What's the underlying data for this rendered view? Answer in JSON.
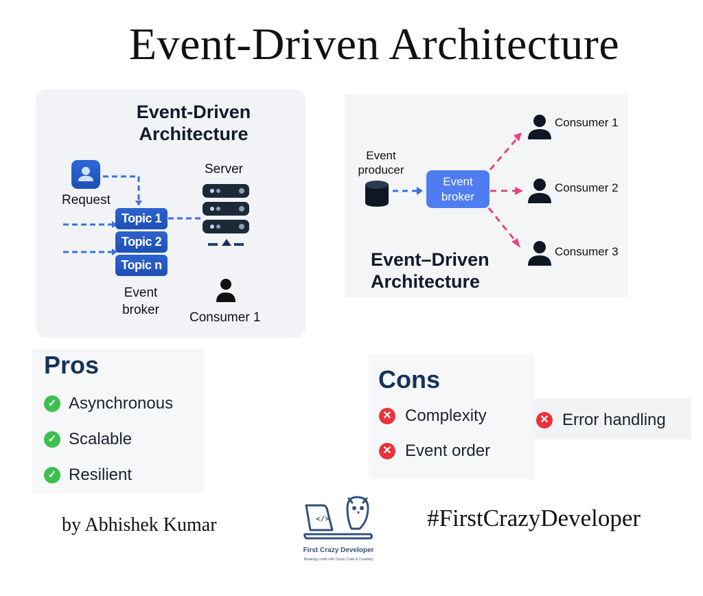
{
  "title": "Event-Driven Architecture",
  "left_diagram": {
    "title_line1": "Event-Driven",
    "title_line2": "Architecture",
    "request_label": "Request",
    "server_label": "Server",
    "topics": [
      "Topic 1",
      "Topic 2",
      "Topic n"
    ],
    "broker_label_line1": "Event",
    "broker_label_line2": "broker",
    "consumer_label": "Consumer 1"
  },
  "right_diagram": {
    "producer_line1": "Event",
    "producer_line2": "producer",
    "broker_line1": "Event",
    "broker_line2": "broker",
    "consumers": [
      "Consumer 1",
      "Consumer 2",
      "Consumer 3"
    ],
    "title_line1": "Event–Driven",
    "title_line2": "Architecture"
  },
  "pros": {
    "title": "Pros",
    "items": [
      "Asynchronous",
      "Scalable",
      "Resilient"
    ]
  },
  "cons": {
    "title": "Cons",
    "items": [
      "Complexity",
      "Event order",
      "Error handling"
    ]
  },
  "footer": {
    "author": "by Abhishek Kumar",
    "hashtag": "#FirstCrazyDeveloper",
    "logo_name": "First Crazy Developer",
    "logo_tagline": "Breaking Limits with Cloud, Code & Creativity",
    "logo_code_glyph": "</>"
  },
  "colors": {
    "blue_arrow": "#3d6fe0",
    "pink_arrow": "#e8457a",
    "check_green": "#3cc050",
    "cross_red": "#e8333b",
    "heading_navy": "#15325a"
  }
}
